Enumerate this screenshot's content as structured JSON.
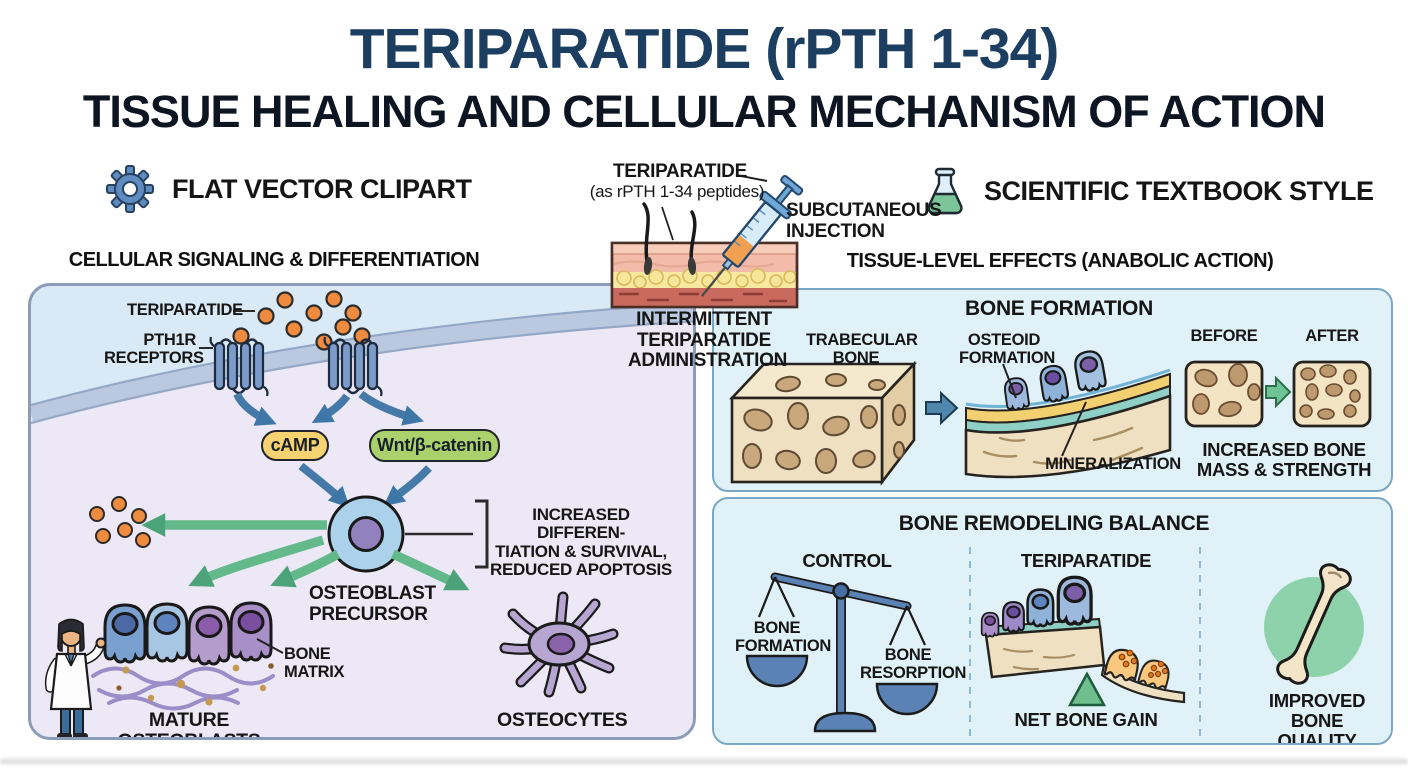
{
  "title": "TERIPARATIDE (rPTH 1-34)",
  "subtitle": "TISSUE HEALING AND CELLULAR MECHANISM OF ACTION",
  "badges": {
    "flat_vector": "FLAT VECTOR CLIPART",
    "scientific": "SCIENTIFIC TEXTBOOK STYLE"
  },
  "injection": {
    "drug": "TERIPARATIDE",
    "drug_sub": "(as rPTH 1-34 peptides)",
    "route": "SUBCUTANEOUS\nINJECTION",
    "admin": "INTERMITTENT\nTERIPARATIDE\nADMINISTRATION"
  },
  "signaling": {
    "header": "CELLULAR SIGNALING & DIFFERENTIATION",
    "teriparatide": "TERIPARATIDE",
    "receptors": "PTH1R\nRECEPTORS",
    "camp": "cAMP",
    "wnt": "Wnt/β-catenin",
    "effects": "INCREASED DIFFEREN-\nTIATION & SURVIVAL,\nREDUCED APOPTOSIS",
    "precursor": "OSTEOBLAST\nPRECURSOR",
    "bone_matrix": "BONE MATRIX",
    "mature": "MATURE OSTEOBLASTS",
    "osteocytes": "OSTEOCYTES"
  },
  "tissue": {
    "header": "TISSUE-LEVEL EFFECTS (ANABOLIC ACTION)",
    "formation": {
      "title": "BONE FORMATION",
      "trabecular": "TRABECULAR\nBONE",
      "osteoid": "OSTEOID\nFORMATION",
      "mineralization": "MINERALIZATION",
      "before": "BEFORE",
      "after": "AFTER",
      "result": "INCREASED BONE\nMASS & STRENGTH"
    },
    "remodeling": {
      "title": "BONE REMODELING BALANCE",
      "control": "CONTROL",
      "teriparatide": "TERIPARATIDE",
      "formation": "BONE\nFORMATION",
      "resorption": "BONE\nRESORPTION",
      "net_gain": "NET BONE GAIN",
      "quality": "IMPROVED\nBONE QUALITY"
    }
  },
  "colors": {
    "title_navy": "#1c3e60",
    "accent_blue": "#4f87ad",
    "accent_green": "#5fb585",
    "camp_yellow": "#f6d271",
    "wnt_green": "#abd16c",
    "peptide_orange": "#ef8b3e"
  }
}
